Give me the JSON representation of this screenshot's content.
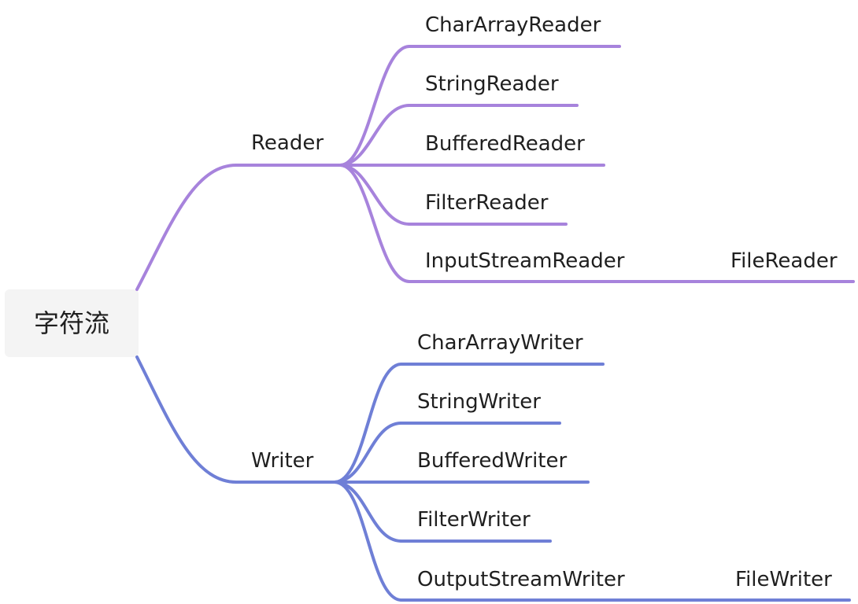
{
  "colors": {
    "reader_branch": "#a783dc",
    "writer_branch": "#6f7fd6",
    "root_background": "#f4f4f4",
    "text": "#1f1f1f"
  },
  "root": {
    "label": "字符流"
  },
  "branches": [
    {
      "label": "Reader",
      "color": "#a783dc",
      "children": [
        {
          "label": "CharArrayReader"
        },
        {
          "label": "StringReader"
        },
        {
          "label": "BufferedReader"
        },
        {
          "label": "FilterReader"
        },
        {
          "label": "InputStreamReader",
          "children": [
            {
              "label": "FileReader"
            }
          ]
        }
      ]
    },
    {
      "label": "Writer",
      "color": "#6f7fd6",
      "children": [
        {
          "label": "CharArrayWriter"
        },
        {
          "label": "StringWriter"
        },
        {
          "label": "BufferedWriter"
        },
        {
          "label": "FilterWriter"
        },
        {
          "label": "OutputStreamWriter",
          "children": [
            {
              "label": "FileWriter"
            }
          ]
        }
      ]
    }
  ]
}
